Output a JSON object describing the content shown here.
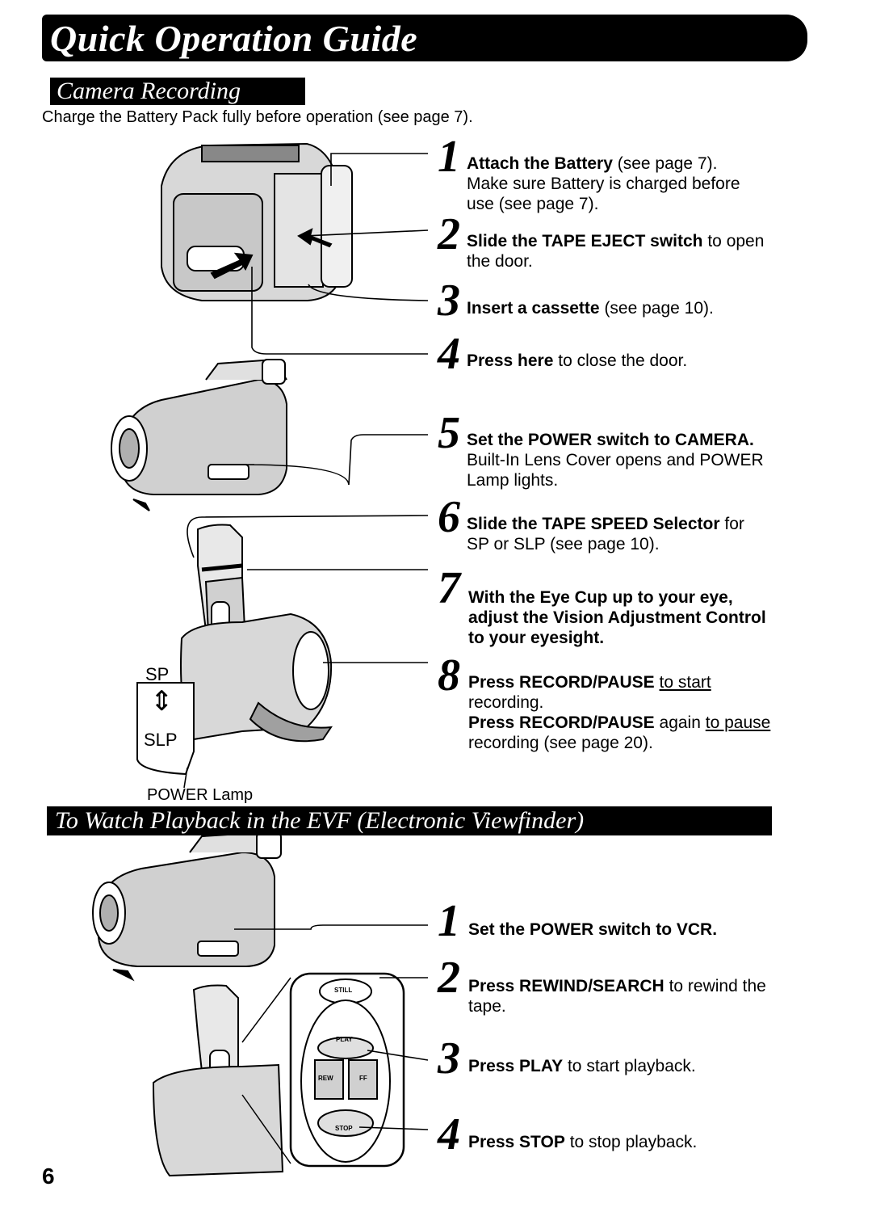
{
  "title": "Quick Operation Guide",
  "section1": {
    "heading": "Camera Recording",
    "intro": "Charge the Battery Pack fully before operation (see page 7).",
    "steps": [
      {
        "num": "1",
        "bold": "Attach the Battery",
        "rest": " (see page 7).",
        "line2": "Make sure Battery is charged before",
        "line3": "use (see page 7)."
      },
      {
        "num": "2",
        "bold": "Slide the TAPE EJECT switch",
        "rest": " to open",
        "line2": "the door."
      },
      {
        "num": "3",
        "bold": "Insert a cassette",
        "rest": " (see page 10)."
      },
      {
        "num": "4",
        "bold": "Press here",
        "rest": " to close the door."
      },
      {
        "num": "5",
        "bold": "Set the POWER switch to CAMERA.",
        "line2": "Built-In Lens Cover opens and POWER",
        "line3": "Lamp lights."
      },
      {
        "num": "6",
        "bold": "Slide the TAPE SPEED Selector",
        "rest": " for",
        "line2": "SP or SLP (see page 10)."
      },
      {
        "num": "7",
        "line1": "With the Eye Cup up to your eye,",
        "line2": "adjust the Vision Adjustment Control",
        "line3": "to your eyesight."
      },
      {
        "num": "8",
        "bold": "Press RECORD/PAUSE",
        "under": "to start",
        "line2": "recording.",
        "bold2": "Press RECORD/PAUSE",
        "rest2": " again ",
        "under2": "to pause",
        "line4": "recording (see page 20)."
      }
    ],
    "labels": {
      "sp": "SP",
      "slp": "SLP",
      "power_lamp": "POWER Lamp"
    }
  },
  "section2": {
    "heading": "To Watch Playback in the EVF (Electronic Viewfinder)",
    "steps": [
      {
        "num": "1",
        "bold": "Set the POWER switch to VCR."
      },
      {
        "num": "2",
        "bold": "Press REWIND/SEARCH",
        "rest": " to rewind the",
        "line2": "tape."
      },
      {
        "num": "3",
        "bold": "Press PLAY",
        "rest": " to start playback."
      },
      {
        "num": "4",
        "bold": "Press STOP",
        "rest": " to stop playback."
      }
    ],
    "buttons": {
      "still": "STILL",
      "play": "PLAY",
      "rew": "REW",
      "ff": "FF",
      "stop": "STOP"
    }
  },
  "page_number": "6",
  "colors": {
    "ink": "#000000",
    "paper": "#ffffff",
    "shade": "#b8b8b8"
  }
}
